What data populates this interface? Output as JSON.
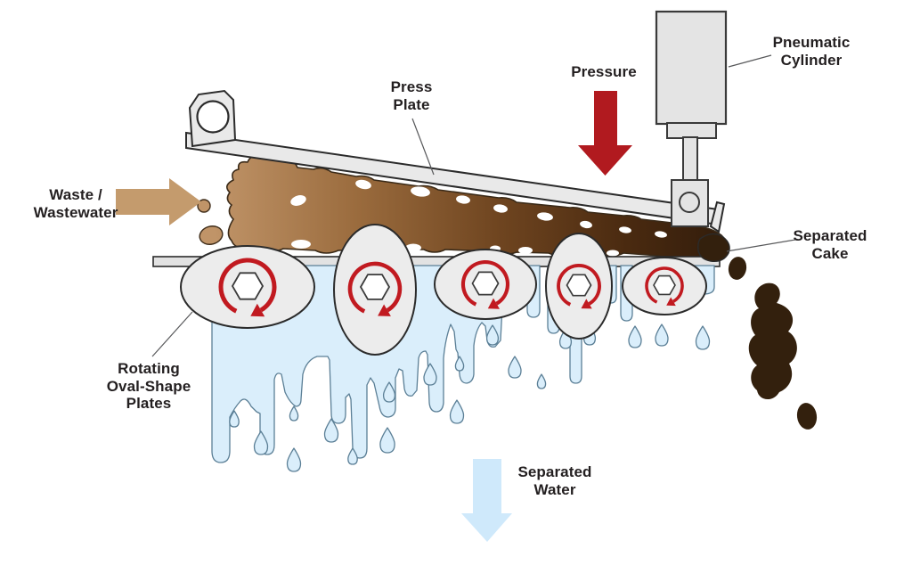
{
  "diagram": {
    "labels": {
      "waste": "Waste /\nWastewater",
      "press_plate": "Press\nPlate",
      "pressure": "Pressure",
      "pneumatic_cylinder": "Pneumatic\nCylinder",
      "separated_cake": "Separated\nCake",
      "rotating_plates": "Rotating\nOval-Shape\nPlates",
      "separated_water": "Separated\nWater"
    },
    "colors": {
      "waste_arrow": "#c49b6d",
      "pressure_arrow": "#b11a1f",
      "water_arrow": "#cfe9fb",
      "water_fill": "#daeefb",
      "water_outline": "#5b7f96",
      "cake_light": "#c09468",
      "cake_dark": "#311c0b",
      "machine_fill": "#e7e7e7",
      "machine_outline": "#2b2b2b",
      "rotation_arrow": "#c11a20",
      "label_text": "#231f20"
    }
  }
}
